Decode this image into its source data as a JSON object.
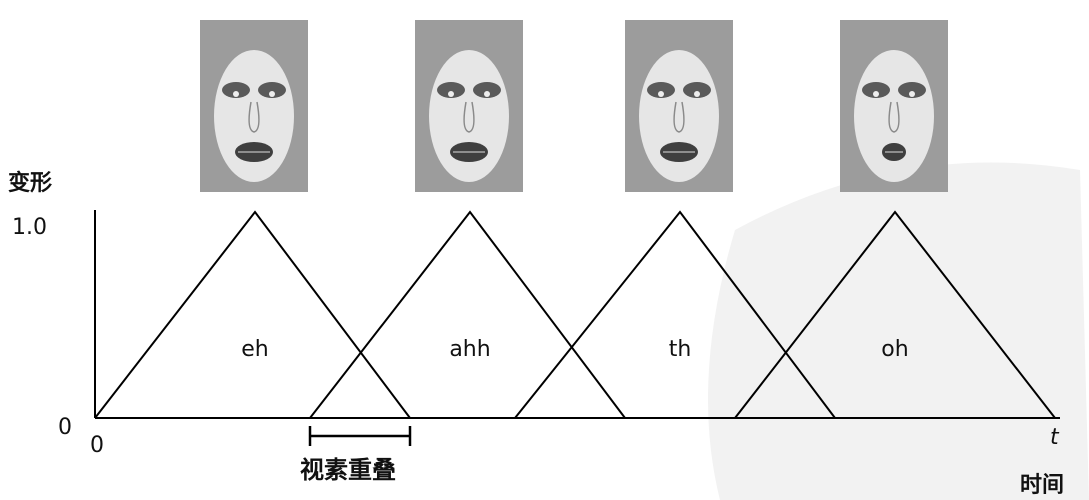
{
  "axis": {
    "y_title": "变形",
    "y_tick_top": "1.0",
    "y_tick_zero": "0",
    "x_tick_zero": "0",
    "x_var": "t",
    "x_title": "时间"
  },
  "overlap_label": "视素重叠",
  "visemes": [
    {
      "label": "eh",
      "start": 0.0,
      "peak": 1.6,
      "end": 3.15
    },
    {
      "label": "ahh",
      "start": 2.15,
      "peak": 3.75,
      "end": 5.3
    },
    {
      "label": "th",
      "start": 4.2,
      "peak": 5.85,
      "end": 7.4
    },
    {
      "label": "oh",
      "start": 6.4,
      "peak": 8.0,
      "end": 9.6
    }
  ],
  "overlap_range": [
    2.15,
    3.15
  ],
  "x_range": [
    0,
    9.6
  ],
  "y_range": [
    0,
    1.0
  ],
  "colors": {
    "line": "#000000",
    "face_bg": "#9c9c9c",
    "face_skin": "#e6e6e6",
    "face_shadow": "#8a8a8a",
    "watermark": "#e9e9e9"
  }
}
